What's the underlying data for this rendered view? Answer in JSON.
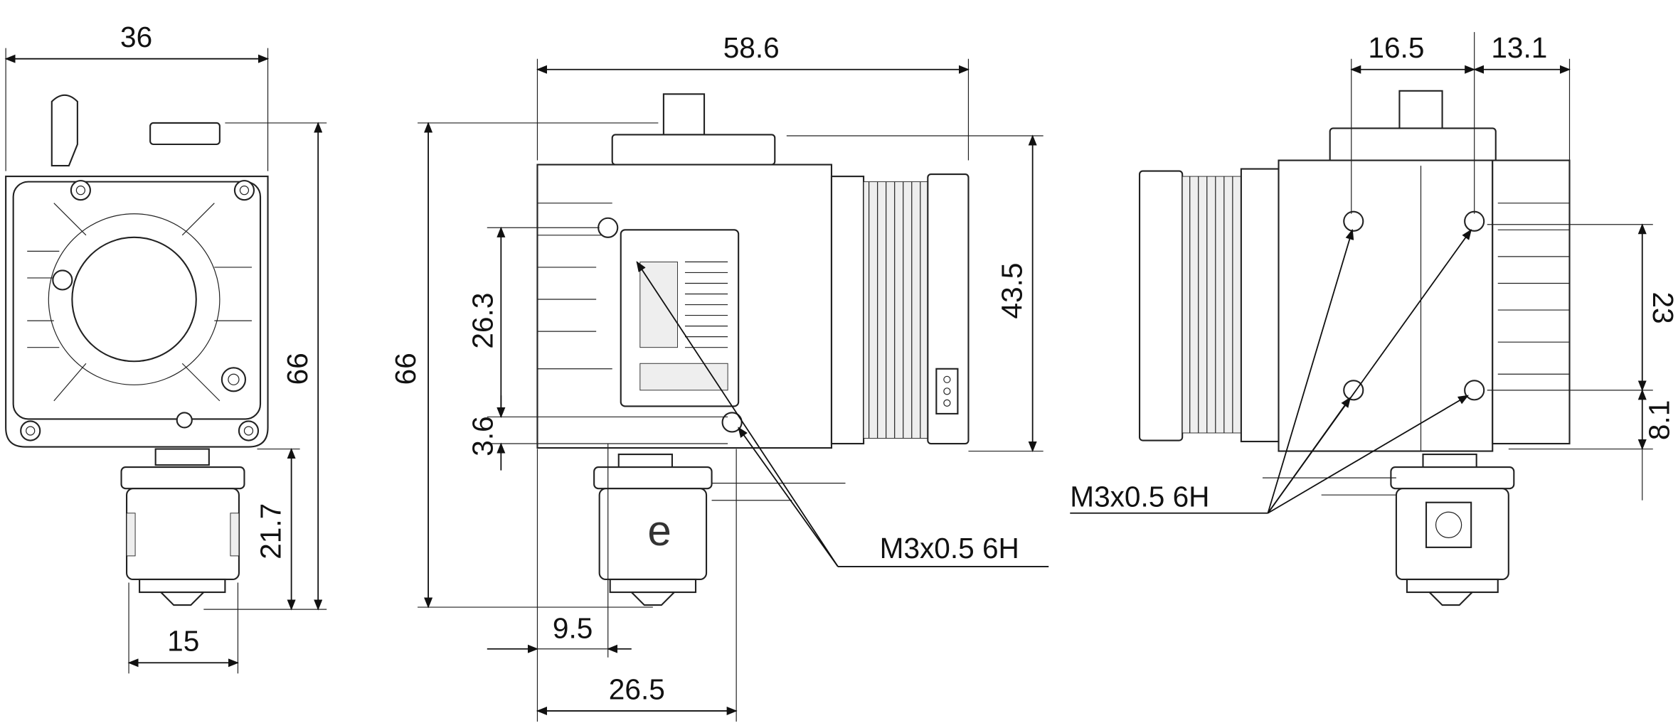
{
  "title": "Extruder dimensional drawing",
  "front_view": {
    "width_label": "36",
    "height_label": "66",
    "hotend_height_label": "21.7",
    "hotend_width_label": "15"
  },
  "side_view": {
    "width_label": "58.6",
    "height_label": "66",
    "hole_spacing_label": "26.3",
    "hole_offset_label": "3.6",
    "motor_height_label": "43.5",
    "nozzle_offset_label": "9.5",
    "nozzle_to_back_label": "26.5",
    "thread_callout": "M3x0.5 6H"
  },
  "back_view": {
    "hole_spacing_x_label": "16.5",
    "hole_offset_x_label": "13.1",
    "hole_spacing_y_label": "23",
    "hole_offset_y_label": "8.1",
    "thread_callout": "M3x0.5 6H"
  }
}
